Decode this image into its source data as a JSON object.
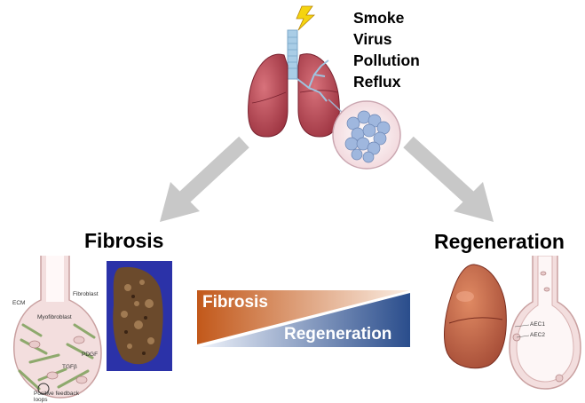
{
  "triggers": [
    "Smoke",
    "Virus",
    "Pollution",
    "Reflux"
  ],
  "headings": {
    "fibrosis": "Fibrosis",
    "regeneration": "Regeneration"
  },
  "banner": {
    "fibrosis": "Fibrosis",
    "regeneration": "Regeneration"
  },
  "fibrosis_schematic_labels": {
    "ecm": "ECM",
    "fibroblast": "Fibroblast",
    "myofibroblast": "Myofibroblast",
    "pdgf": "PDGF",
    "tgf": "TGFβ",
    "loops": "Positive feedback loops"
  },
  "regeneration_schematic_labels": {
    "aec1": "AEC1",
    "aec2": "AEC2"
  },
  "colors": {
    "arrow": "#c8c8c8",
    "lung_red": "#b5454f",
    "fibrosis_orange": "#c2581a",
    "regeneration_blue": "#2a4d8c",
    "lightning": "#f5d40f"
  }
}
